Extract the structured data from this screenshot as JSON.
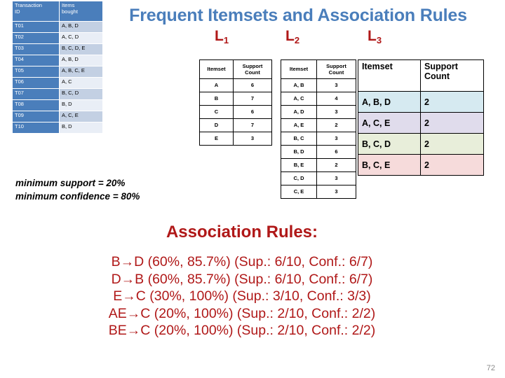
{
  "slide": {
    "title": "Frequent Itemsets and Association Rules",
    "page_number": "72",
    "title_color": "#4A7EBB",
    "accent_color": "#B01818"
  },
  "transaction_table": {
    "headers": [
      "Transaction ID",
      "Items bought"
    ],
    "header_line1": [
      "Transaction",
      "Items"
    ],
    "header_line2": [
      "ID",
      "bought"
    ],
    "rows": [
      {
        "id": "T01",
        "items": "A, B, D"
      },
      {
        "id": "T02",
        "items": "A, C, D"
      },
      {
        "id": "T03",
        "items": "B, C, D, E"
      },
      {
        "id": "T04",
        "items": "A, B, D"
      },
      {
        "id": "T05",
        "items": "A, B, C, E"
      },
      {
        "id": "T06",
        "items": "A, C"
      },
      {
        "id": "T07",
        "items": "B, C, D"
      },
      {
        "id": "T08",
        "items": "B, D"
      },
      {
        "id": "T09",
        "items": "A, C, E"
      },
      {
        "id": "T10",
        "items": "B, D"
      }
    ]
  },
  "l1": {
    "label": "L",
    "subscript": "1",
    "headers": [
      "Itemset",
      "Support Count"
    ],
    "header_line1": [
      "Itemset",
      "Support"
    ],
    "header_line2": [
      "",
      "Count"
    ],
    "rows": [
      {
        "itemset": "A",
        "count": "6"
      },
      {
        "itemset": "B",
        "count": "7"
      },
      {
        "itemset": "C",
        "count": "6"
      },
      {
        "itemset": "D",
        "count": "7"
      },
      {
        "itemset": "E",
        "count": "3"
      }
    ]
  },
  "l2": {
    "label": "L",
    "subscript": "2",
    "headers": [
      "Itemset",
      "Support Count"
    ],
    "header_line1": [
      "Itemset",
      "Support"
    ],
    "header_line2": [
      "",
      "Count"
    ],
    "rows": [
      {
        "itemset": "A, B",
        "count": "3"
      },
      {
        "itemset": "A, C",
        "count": "4"
      },
      {
        "itemset": "A, D",
        "count": "3"
      },
      {
        "itemset": "A, E",
        "count": "2"
      },
      {
        "itemset": "B, C",
        "count": "3"
      },
      {
        "itemset": "B, D",
        "count": "6"
      },
      {
        "itemset": "B, E",
        "count": "2"
      },
      {
        "itemset": "C, D",
        "count": "3"
      },
      {
        "itemset": "C, E",
        "count": "3"
      }
    ]
  },
  "l3": {
    "label": "L",
    "subscript": "3",
    "headers": [
      "Itemset",
      "Support Count"
    ],
    "header_line1": [
      "Itemset",
      "Support"
    ],
    "header_line2": [
      "",
      "Count"
    ],
    "rows": [
      {
        "itemset": "A, B, D",
        "count": "2",
        "row_color": "#D6EAF1"
      },
      {
        "itemset": "A, C, E",
        "count": "2",
        "row_color": "#E0DCEC"
      },
      {
        "itemset": "B, C, D",
        "count": "2",
        "row_color": "#E8EEDA"
      },
      {
        "itemset": "B, C, E",
        "count": "2",
        "row_color": "#F6DBDB"
      }
    ]
  },
  "parameters": {
    "minimum_support": "minimum support = 20%",
    "minimum_confidence": "minimum confidence = 80%"
  },
  "association_rules": {
    "heading": "Association Rules:",
    "rules": [
      "B→D (60%, 85.7%) (Sup.: 6/10, Conf.: 6/7)",
      "D→B (60%, 85.7%) (Sup.: 6/10, Conf.: 6/7)",
      "E→C (30%, 100%) (Sup.: 3/10, Conf.: 3/3)",
      "AE→C (20%, 100%) (Sup.: 2/10, Conf.: 2/2)",
      "BE→C (20%, 100%) (Sup.: 2/10, Conf.: 2/2)"
    ]
  }
}
